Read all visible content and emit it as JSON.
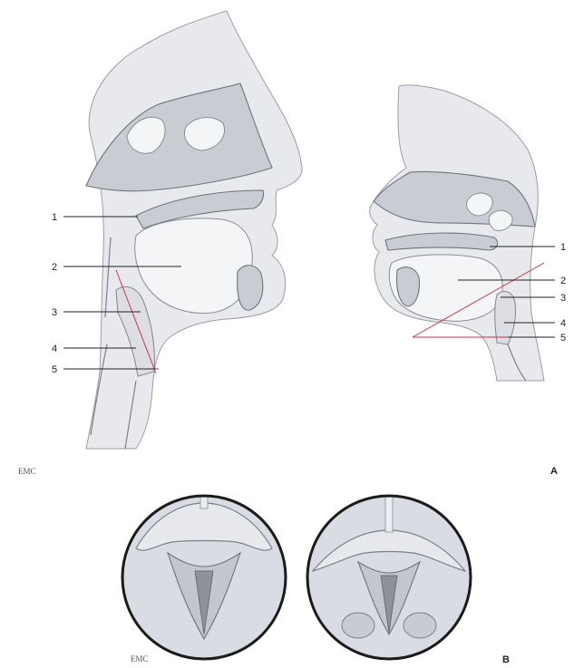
{
  "figure": {
    "left_labels": [
      "1",
      "2",
      "3",
      "4",
      "5"
    ],
    "right_labels": [
      "1",
      "2",
      "3",
      "4",
      "5"
    ],
    "panel_a": "A",
    "panel_b": "B",
    "signature_a": "EMC",
    "signature_b": "EMC"
  },
  "colors": {
    "tissue": "#dcdee3",
    "outline": "#7d8089",
    "angle_line": "#d2324a"
  }
}
